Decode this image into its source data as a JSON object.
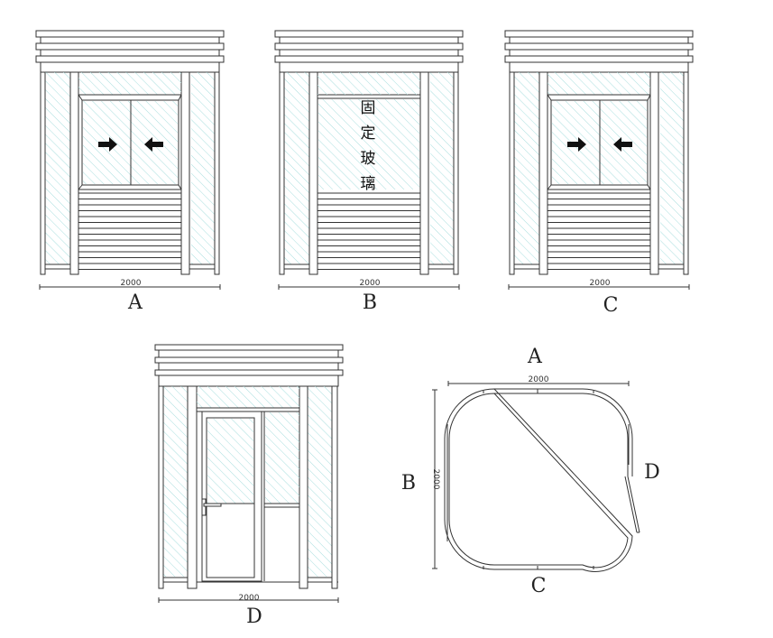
{
  "elevations": {
    "A": {
      "label": "A",
      "dimension": "2000",
      "window": "sliding-window",
      "arrows": [
        "arrow-right-icon",
        "arrow-left-icon"
      ]
    },
    "B": {
      "label": "B",
      "dimension": "2000",
      "fixed_glass_chars": [
        "固",
        "定",
        "玻",
        "璃"
      ]
    },
    "C": {
      "label": "C",
      "dimension": "2000",
      "window": "sliding-window",
      "arrows": [
        "arrow-right-icon",
        "arrow-left-icon"
      ]
    },
    "D": {
      "label": "D",
      "dimension": "2000",
      "door": "glass-door-with-handle"
    }
  },
  "plan": {
    "labels": {
      "top": "A",
      "left": "B",
      "bottom": "C",
      "right": "D"
    },
    "width_dimension": "2000",
    "depth_dimension": "2000"
  },
  "colors": {
    "line": "#333333",
    "glass_hatch": "#a8dede",
    "arrow": "#111111"
  }
}
